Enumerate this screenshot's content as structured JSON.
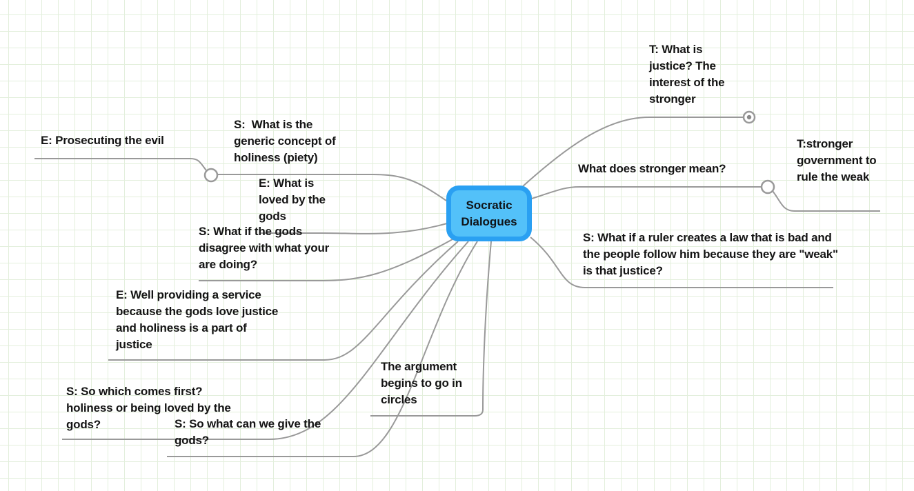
{
  "app": {
    "type": "mind-map"
  },
  "colors": {
    "edge": "#999999",
    "root-fill": "#53c1f9",
    "root-border": "#2aa0f2",
    "grid": "#e3efdc",
    "text": "#141414"
  },
  "root": {
    "label": "Socratic Dialogues"
  },
  "icons": {
    "collapsed_branch": "circle-with-dot",
    "junction": "open-circle"
  },
  "nodes": {
    "justice_interest": {
      "label": "T: What is justice? The interest of the stronger"
    },
    "stronger_mean": {
      "label": "What does stronger mean?"
    },
    "stronger_government": {
      "label": "T:stronger government to rule the weak"
    },
    "ruler_bad_law": {
      "label": "S: What if a ruler creates a law that is bad and the people follow him because they are \"weak\" is that justice?"
    },
    "prosecuting_evil": {
      "label": "E: Prosecuting the evil"
    },
    "generic_holiness": {
      "label": "S:  What is the generic concept of holiness (piety)"
    },
    "loved_by_gods": {
      "label": "E: What is loved by the gods"
    },
    "gods_disagree": {
      "label": "S: What if the gods disagree with what your are doing?"
    },
    "providing_service": {
      "label": "E: Well providing a service because the gods love justice and holiness is a part of justice"
    },
    "which_comes_first": {
      "label": "S: So which comes first? holiness or being loved by the gods?"
    },
    "give_gods": {
      "label": "S: So what can we give the gods?"
    },
    "argument_circles": {
      "label": "The argument begins to go in circles"
    }
  }
}
